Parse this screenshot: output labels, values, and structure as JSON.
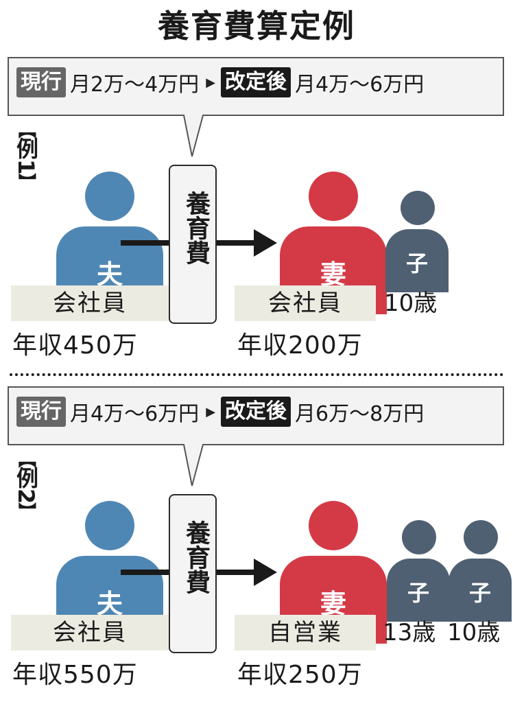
{
  "title": "養育費算定例",
  "labels": {
    "current": "現行",
    "revised": "改定後",
    "center": "養育費"
  },
  "colors": {
    "husband": "#4f87b4",
    "wife": "#d43a46",
    "child": "#4e6072"
  },
  "examples": [
    {
      "label_open": "【",
      "label_text": "例1",
      "label_close": "】",
      "current_amount": "月2万～4万円",
      "revised_amount": "月4万～6万円",
      "husband": {
        "glyph": "夫",
        "job": "会社員",
        "income": "年収450万"
      },
      "wife": {
        "glyph": "妻",
        "job": "会社員",
        "income": "年収200万"
      },
      "children": [
        {
          "glyph": "子",
          "age": "10歳"
        }
      ]
    },
    {
      "label_open": "【",
      "label_text": "例2",
      "label_close": "】",
      "current_amount": "月4万～6万円",
      "revised_amount": "月6万～8万円",
      "husband": {
        "glyph": "夫",
        "job": "会社員",
        "income": "年収550万"
      },
      "wife": {
        "glyph": "妻",
        "job": "自営業",
        "income": "年収250万"
      },
      "children": [
        {
          "glyph": "子",
          "age": "13歳"
        },
        {
          "glyph": "子",
          "age": "10歳"
        }
      ]
    }
  ]
}
